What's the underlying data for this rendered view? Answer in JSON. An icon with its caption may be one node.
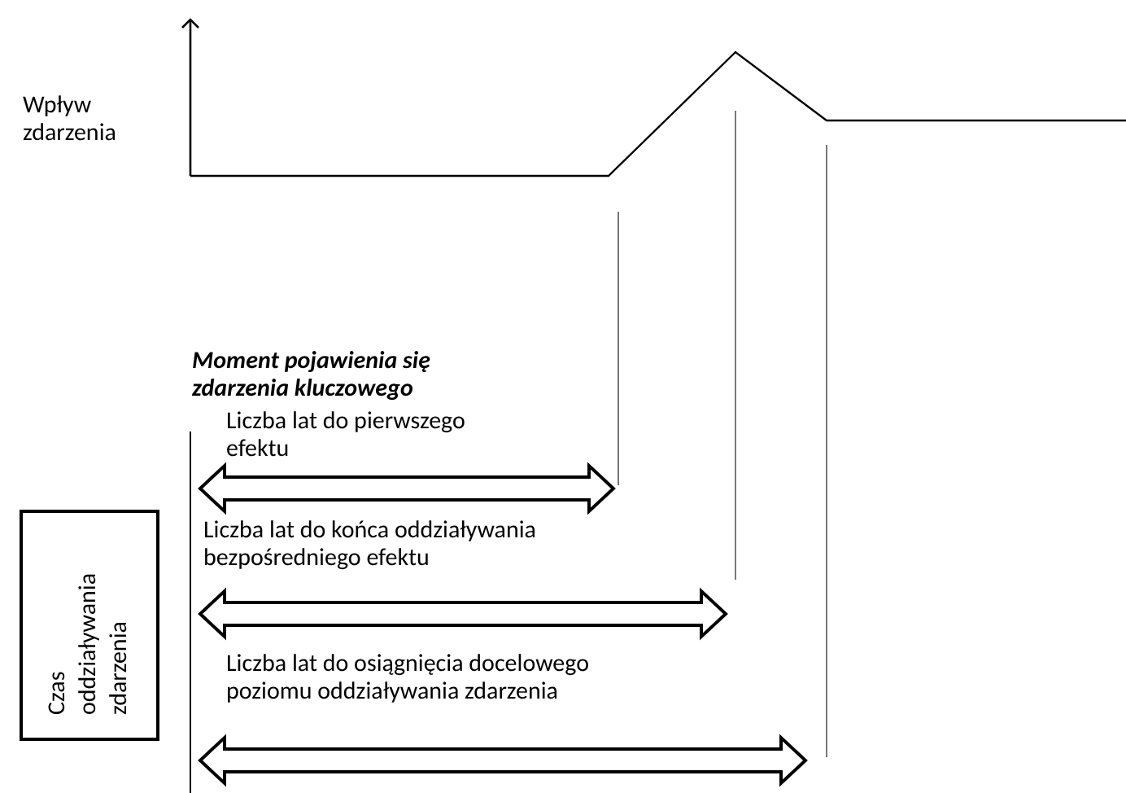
{
  "diagram": {
    "nodes": [
      {
        "text": [
          "Czas oddziaływania zdarzenia"
        ]
      }
    ],
    "labels": [
      "Wpływ zdarzenia",
      "Moment pojawienia się zdarzenia kluczowego",
      "Liczba lat do pierwszego efektu",
      "Liczba lat do końca oddziaływania bezpośredniego efektu",
      "Liczba lat do osiągnięcia docelowego poziomu oddziaływania zdarzenia"
    ]
  }
}
